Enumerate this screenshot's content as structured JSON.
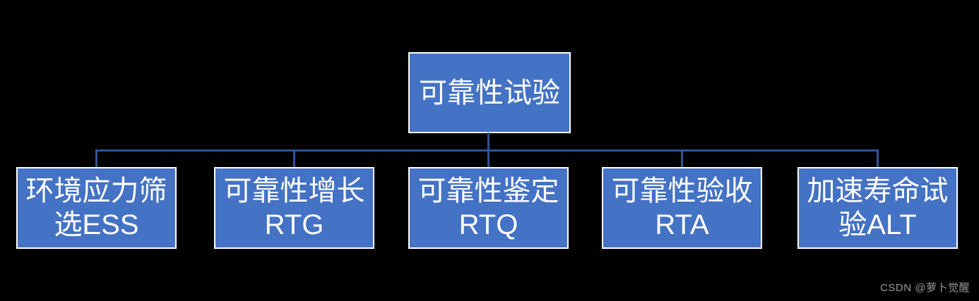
{
  "diagram": {
    "root": {
      "label": "可靠性试验",
      "lines": [
        "可靠性试验"
      ]
    },
    "children": [
      {
        "label": "环境应力筛选ESS",
        "lines": [
          "环境应力筛",
          "选ESS"
        ]
      },
      {
        "label": "可靠性增长RTG",
        "lines": [
          "可靠性增长",
          "RTG"
        ]
      },
      {
        "label": "可靠性鉴定RTQ",
        "lines": [
          "可靠性鉴定",
          "RTQ"
        ]
      },
      {
        "label": "可靠性验收RTA",
        "lines": [
          "可靠性验收",
          "RTA"
        ]
      },
      {
        "label": "加速寿命试验ALT",
        "lines": [
          "加速寿命试",
          "验ALT"
        ]
      }
    ]
  },
  "watermark": {
    "text": "CSDN @萝卜觉醒"
  },
  "colors": {
    "background": "#000000",
    "node_fill": "#4472C4",
    "node_border": "#FFFFFF",
    "node_text": "#FFFFFF",
    "connector": "#2F5496",
    "watermark_text": "#9A9A9A"
  }
}
